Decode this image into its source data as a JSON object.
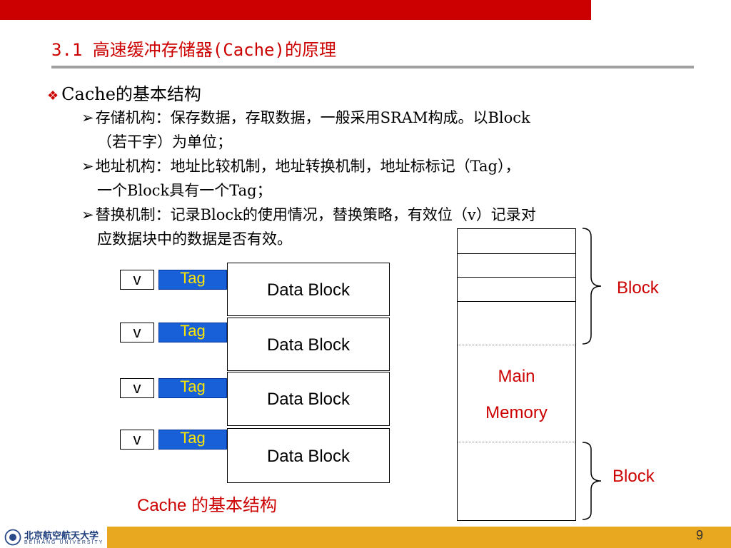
{
  "slide": {
    "title": "3.1 高速缓冲存储器(Cache)的原理",
    "page_number": "9"
  },
  "section": {
    "heading": "Cache的基本结构"
  },
  "bullets": [
    {
      "line1": "存储机构：保存数据，存取数据，一般采用SRAM构成。以Block",
      "line2": "（若干字）为单位；"
    },
    {
      "line1": "地址机构：地址比较机制，地址转换机制，地址标标记（Tag），",
      "line2": "一个Block具有一个Tag；"
    },
    {
      "line1": "替换机制：记录Block的使用情况，替换策略，有效位（v）记录对",
      "line2": "应数据块中的数据是否有效。"
    }
  ],
  "diagram": {
    "cache_lines": [
      {
        "valid": "v",
        "tag": "Tag",
        "data": "Data Block"
      },
      {
        "valid": "v",
        "tag": "Tag",
        "data": "Data Block"
      },
      {
        "valid": "v",
        "tag": "Tag",
        "data": "Data Block"
      },
      {
        "valid": "v",
        "tag": "Tag",
        "data": "Data Block"
      }
    ],
    "caption": "Cache 的基本结构",
    "main_memory_line1": "Main",
    "main_memory_line2": "Memory",
    "block_label_top": "Block",
    "block_label_bottom": "Block"
  },
  "footer": {
    "logo_name": "北京航空航天大学",
    "logo_subtitle": "BEIHANG UNIVERSITY"
  },
  "colors": {
    "accent": "#cc0000",
    "tag_fill": "#1760d8",
    "tag_text": "#ffe600",
    "footer_bar": "#e8a820"
  }
}
